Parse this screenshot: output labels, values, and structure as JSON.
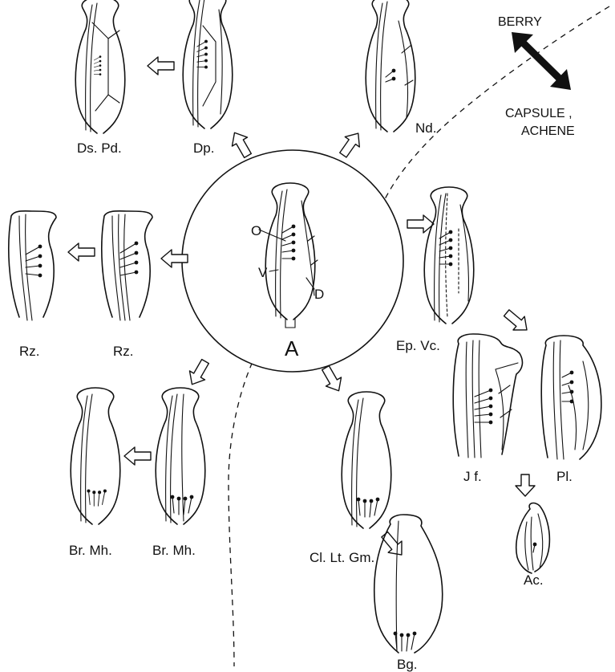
{
  "legend": {
    "top": "BERRY",
    "bottom_line1": "CAPSULE ,",
    "bottom_line2": "ACHENE"
  },
  "center": {
    "label": "A",
    "ovule_letter": "O",
    "ventral_letter": "V",
    "dorsal_letter": "D"
  },
  "taxa": {
    "ds_pd": "Ds.  Pd.",
    "dp": "Dp.",
    "nd": "Nd.",
    "rz_outer": "Rz.",
    "rz_inner": "Rz.",
    "br_mh_outer": "Br. Mh.",
    "br_mh_inner": "Br. Mh.",
    "cl_lt_gm": "Cl. Lt. Gm.",
    "bg": "Bg.",
    "ep_vc": "Ep. Vc.",
    "jf": "J f.",
    "pl": "Pl.",
    "ac": "Ac."
  }
}
